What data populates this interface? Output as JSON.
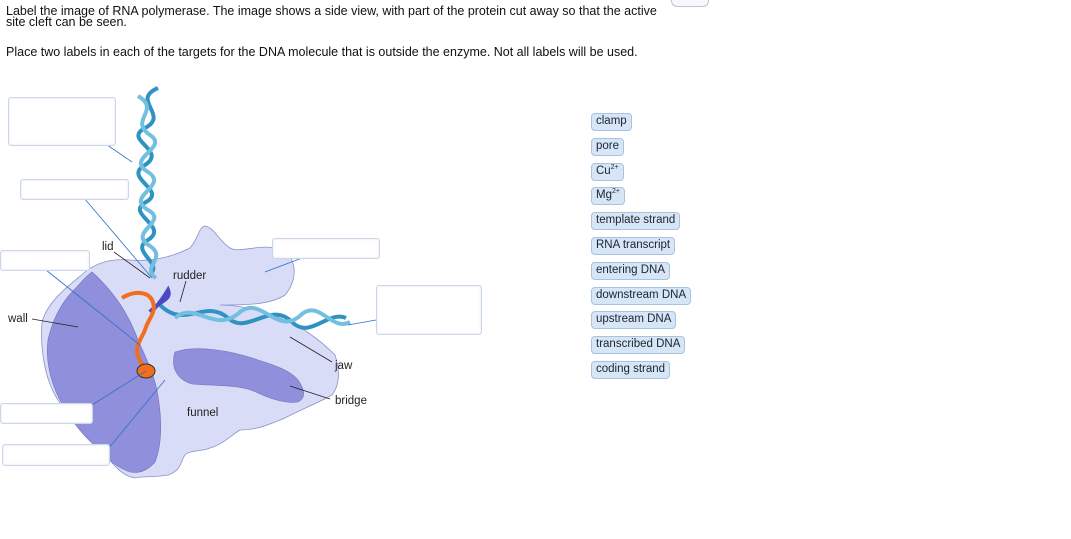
{
  "instructions": {
    "line1": "Label the image of RNA polymerase. The image shows a side view, with part of the protein cut away so that the active site cleft can be seen.",
    "line2": "Place two labels in each of the targets for the DNA molecule that is outside the enzyme. Not all labels will be used."
  },
  "diagram": {
    "labels": {
      "lid": "lid",
      "rudder": "rudder",
      "wall": "wall",
      "jaw": "jaw",
      "bridge": "bridge",
      "funnel": "funnel"
    }
  },
  "label_bank": {
    "clamp": "clamp",
    "pore": "pore",
    "cu_base": "Cu",
    "cu_sup": "2+",
    "mg_base": "Mg",
    "mg_sup": "2+",
    "template_strand": "template strand",
    "rna_transcript": "RNA transcript",
    "entering_dna": "entering DNA",
    "downstream_dna": "downstream DNA",
    "upstream_dna": "upstream DNA",
    "transcribed_dna": "transcribed DNA",
    "coding_strand": "coding strand"
  },
  "colors": {
    "protein_light": "#d9dcf6",
    "protein_dark": "#8f8fdc",
    "dna_dark": "#2f93c2",
    "dna_light": "#72bfe0",
    "rna": "#f26d1d",
    "magnesium": "#f26d1d",
    "template_segment": "#4a49c4",
    "leader_line": "#2f6fc8",
    "chip_bg": "#d7e6f6"
  }
}
